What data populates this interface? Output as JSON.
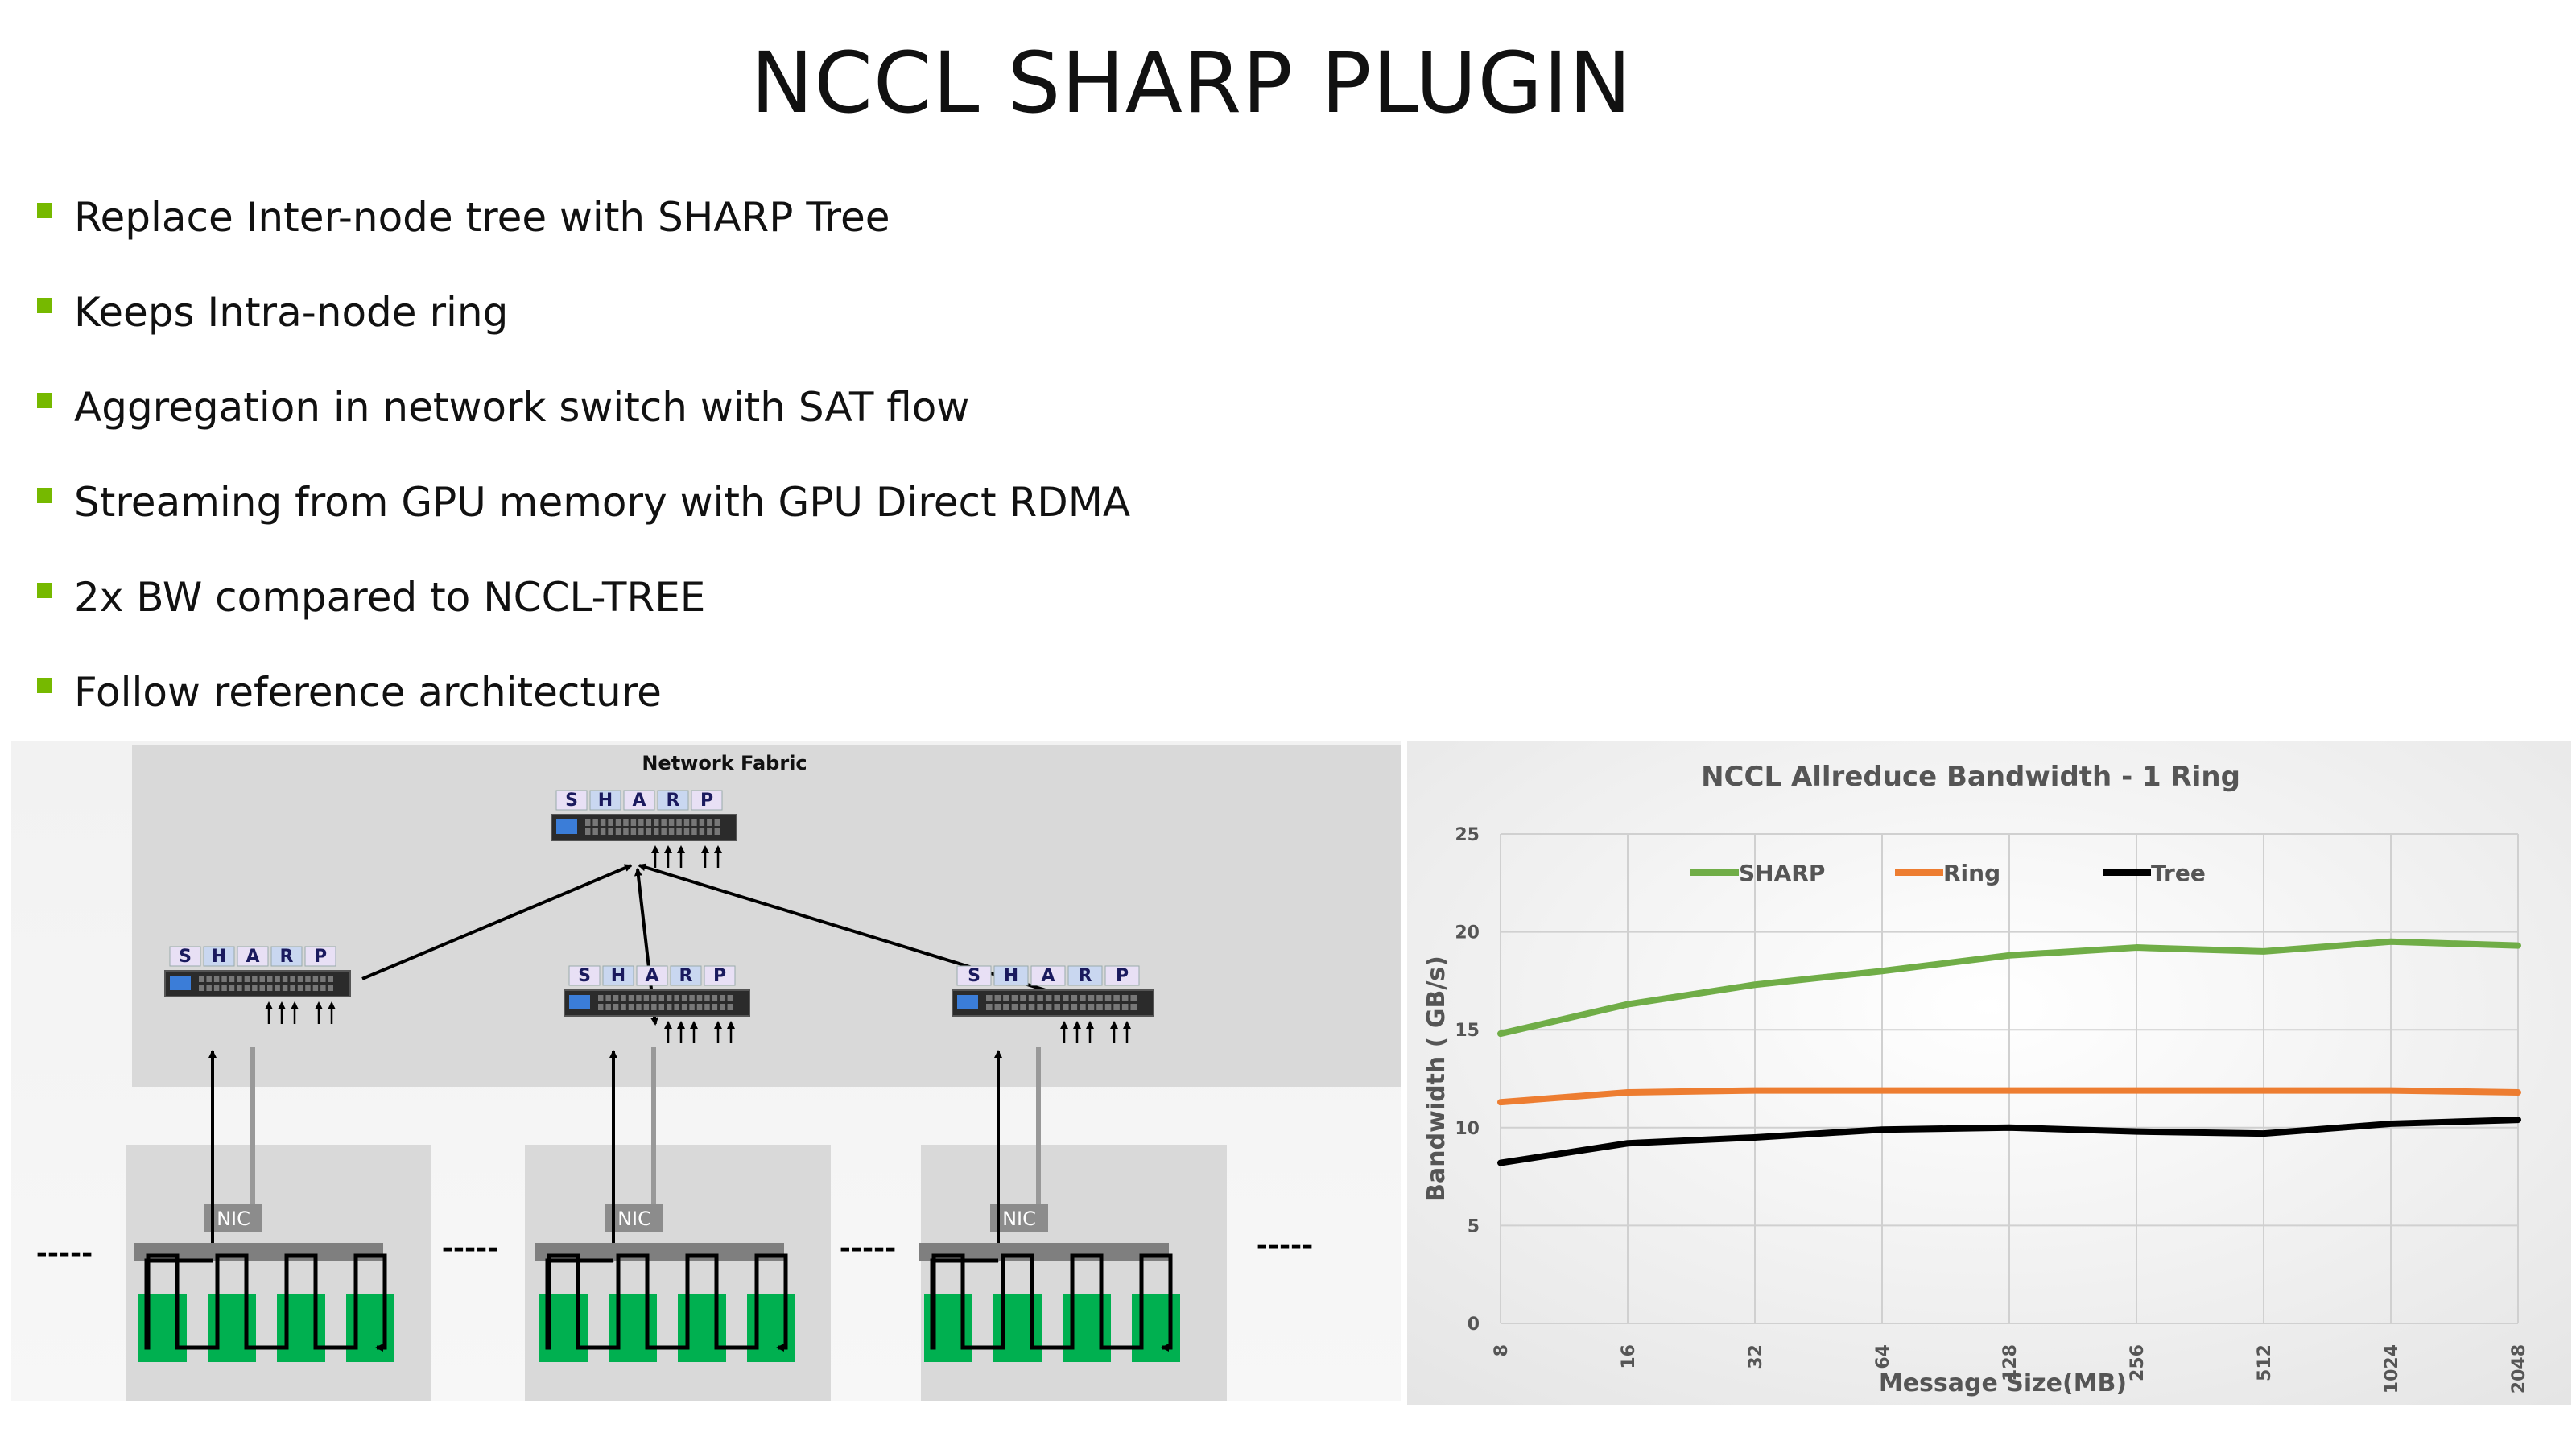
{
  "slide": {
    "title": "NCCL SHARP PLUGIN",
    "bullets": [
      "Replace Inter-node tree with SHARP Tree",
      "Keeps Intra-node ring",
      "Aggregation in network switch with SAT flow",
      "Streaming from GPU memory with GPU Direct RDMA",
      "2x BW compared to NCCL-TREE",
      "Follow reference architecture"
    ],
    "bullet_color": "#76b900"
  },
  "diagram": {
    "fabric_label": "Network Fabric",
    "sharp_letters": [
      "S",
      "H",
      "A",
      "R",
      "P"
    ],
    "nic_label": "NIC",
    "ellipsis": "-----",
    "colors": {
      "gpu": "#00b050",
      "fabric_bg": "#d9d9d9",
      "node_bg": "#d9d9d9",
      "nic": "#8c8c8c"
    }
  },
  "chart_data": {
    "type": "line",
    "title": "NCCL Allreduce Bandwidth - 1 Ring",
    "xlabel": "Message Size(MB)",
    "ylabel": "Bandwidth ( GB/s)",
    "categories": [
      "8",
      "16",
      "32",
      "64",
      "128",
      "256",
      "512",
      "1024",
      "2048"
    ],
    "ylim": [
      0,
      25
    ],
    "yticks": [
      0,
      5,
      10,
      15,
      20,
      25
    ],
    "grid": true,
    "legend_position": "top",
    "series": [
      {
        "name": "SHARP",
        "color": "#70ad47",
        "values": [
          14.8,
          16.3,
          17.3,
          18.0,
          18.8,
          19.2,
          19.0,
          19.5,
          19.3
        ]
      },
      {
        "name": "Ring",
        "color": "#ed7d31",
        "values": [
          11.3,
          11.8,
          11.9,
          11.9,
          11.9,
          11.9,
          11.9,
          11.9,
          11.8
        ]
      },
      {
        "name": "Tree",
        "color": "#000000",
        "values": [
          8.2,
          9.2,
          9.5,
          9.9,
          10.0,
          9.8,
          9.7,
          10.2,
          10.4
        ]
      }
    ]
  }
}
